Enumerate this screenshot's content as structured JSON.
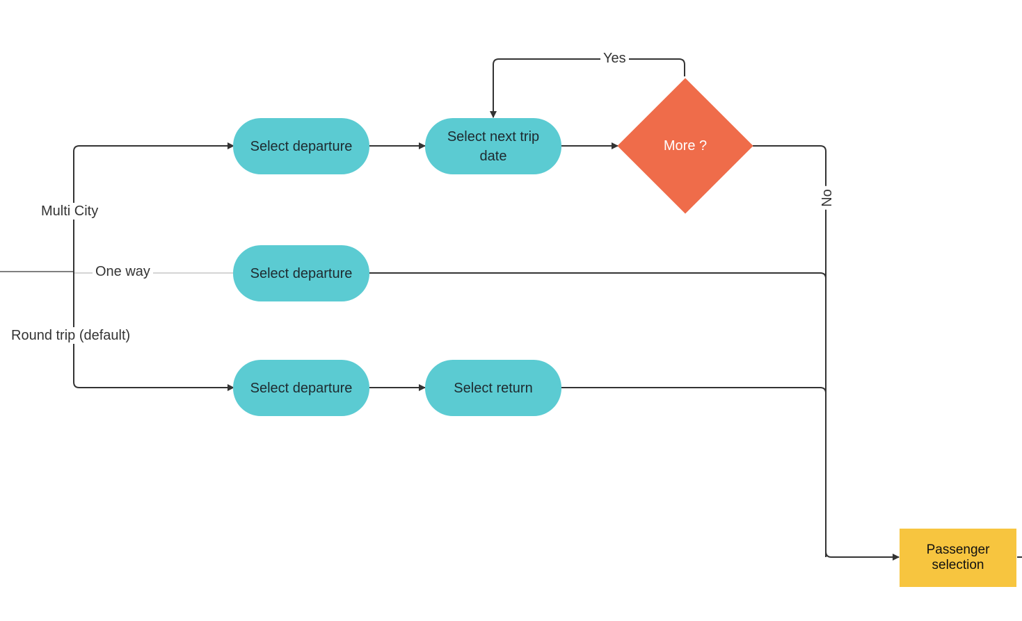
{
  "nodes": {
    "multi_departure": "Select departure",
    "next_trip_date": "Select next trip date",
    "more_decision": "More ?",
    "oneway_departure": "Select departure",
    "round_departure": "Select departure",
    "round_return": "Select return",
    "passenger_selection": "Passenger selection"
  },
  "edges": {
    "multi_city": "Multi City",
    "one_way": "One way",
    "round_trip": "Round trip (default)",
    "yes": "Yes",
    "no": "No"
  },
  "colors": {
    "pill": "#5bcbd2",
    "decision": "#ef6c4a",
    "process": "#f7c53f",
    "line": "#333333"
  }
}
